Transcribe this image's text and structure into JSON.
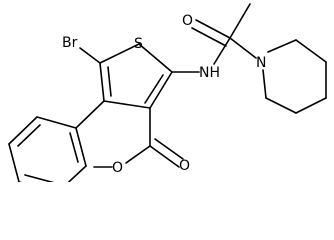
{
  "molecule": {
    "atom_labels": {
      "br": "Br",
      "s": "S",
      "nh": "NH",
      "o_carbonyl_amide": "O",
      "n_piperidine": "N",
      "o_carbonyl_ester": "O",
      "o_ester": "O"
    },
    "colors": {
      "bond": "#000000",
      "label": "#000000",
      "background": "#ffffff"
    }
  }
}
